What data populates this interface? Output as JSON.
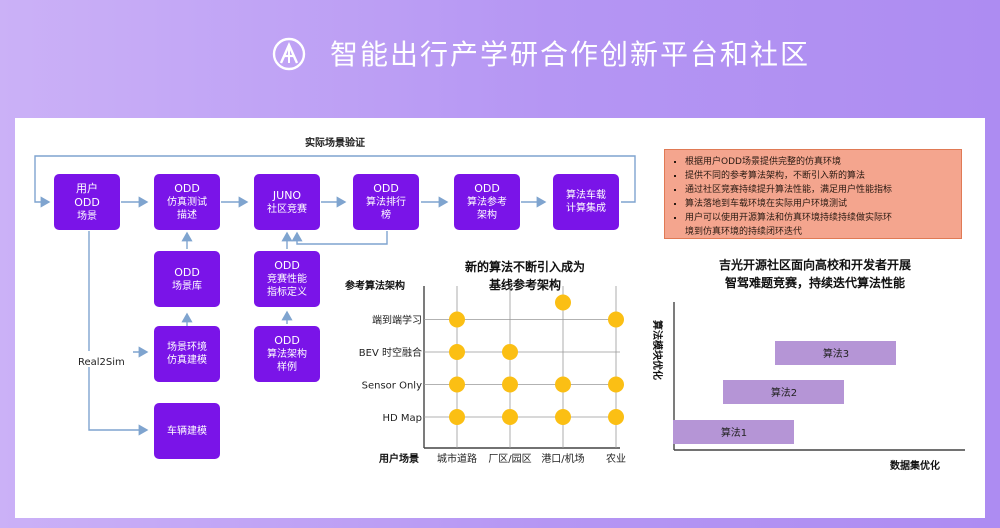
{
  "header": {
    "title": "智能出行产学研合作创新平台和社区"
  },
  "flow": {
    "feedback_label": "实际场景验证",
    "real2sim_label": "Real2Sim",
    "boxes": {
      "user_odd": {
        "l1": "用户",
        "l2": "ODD",
        "l3": "场景"
      },
      "odd_sim": {
        "l1": "ODD",
        "l2": "仿真测试",
        "l3": "描述"
      },
      "juno": {
        "l1": "JUNO",
        "l2": "社区竞赛"
      },
      "odd_rank": {
        "l1": "ODD",
        "l2": "算法排行",
        "l3": "榜"
      },
      "odd_arch": {
        "l1": "ODD",
        "l2": "算法参考",
        "l3": "架构"
      },
      "car_integration": {
        "l1": "算法车载",
        "l2": "计算集成"
      },
      "odd_lib": {
        "l1": "ODD",
        "l2": "场景库"
      },
      "odd_metric": {
        "l1": "ODD",
        "l2": "竞赛性能",
        "l3": "指标定义"
      },
      "env_build": {
        "l1": "场景环境",
        "l2": "仿真建模"
      },
      "odd_example": {
        "l1": "ODD",
        "l2": "算法架构",
        "l3": "样例"
      },
      "vehicle": {
        "l1": "车辆建模"
      }
    }
  },
  "notes": [
    "根据用户ODD场景提供完整的仿真环境",
    "提供不同的参考算法架构，不断引入新的算法",
    "通过社区竞赛持续提升算法性能，满足用户性能指标",
    "算法落地到车载环境在实际用户环境测试",
    "用户可以使用开源算法和仿真环境持续持续做实际环",
    "境到仿真环境的持续闭环迭代"
  ],
  "matrix": {
    "title_line1": "新的算法不断引入成为",
    "title_line2": "基线参考架构",
    "ylabel": "参考算法架构",
    "xlabel": "用户场景",
    "dot_color": "#fbbf14"
  },
  "chart_data": {
    "type": "scatter",
    "title": "新的算法不断引入成为基线参考架构",
    "xlabel": "用户场景",
    "ylabel": "参考算法架构",
    "categories_x": [
      "城市道路",
      "厂区/园区",
      "港口/机场",
      "农业"
    ],
    "categories_y": [
      "HD Map",
      "Sensor Only",
      "BEV 时空融合",
      "端到端学习"
    ],
    "points": [
      {
        "x": "城市道路",
        "y": "HD Map"
      },
      {
        "x": "厂区/园区",
        "y": "HD Map"
      },
      {
        "x": "港口/机场",
        "y": "HD Map"
      },
      {
        "x": "农业",
        "y": "HD Map"
      },
      {
        "x": "城市道路",
        "y": "Sensor Only"
      },
      {
        "x": "厂区/园区",
        "y": "Sensor Only"
      },
      {
        "x": "港口/机场",
        "y": "Sensor Only"
      },
      {
        "x": "农业",
        "y": "Sensor Only"
      },
      {
        "x": "城市道路",
        "y": "BEV 时空融合"
      },
      {
        "x": "厂区/园区",
        "y": "BEV 时空融合"
      },
      {
        "x": "城市道路",
        "y": "端到端学习"
      },
      {
        "x": "农业",
        "y": "端到端学习"
      },
      {
        "x": "港口/机场",
        "y": "端到端学习",
        "offset": "above"
      }
    ]
  },
  "progress": {
    "title_line1": "吉光开源社区面向高校和开发者开展",
    "title_line2": "智驾难题竞赛，持续迭代算法性能",
    "ylabel": "算法模块优化",
    "xlabel": "数据集优化",
    "bars": [
      {
        "label": "算法1"
      },
      {
        "label": "算法2"
      },
      {
        "label": "算法3"
      }
    ],
    "bar_color": "#b595d6"
  }
}
